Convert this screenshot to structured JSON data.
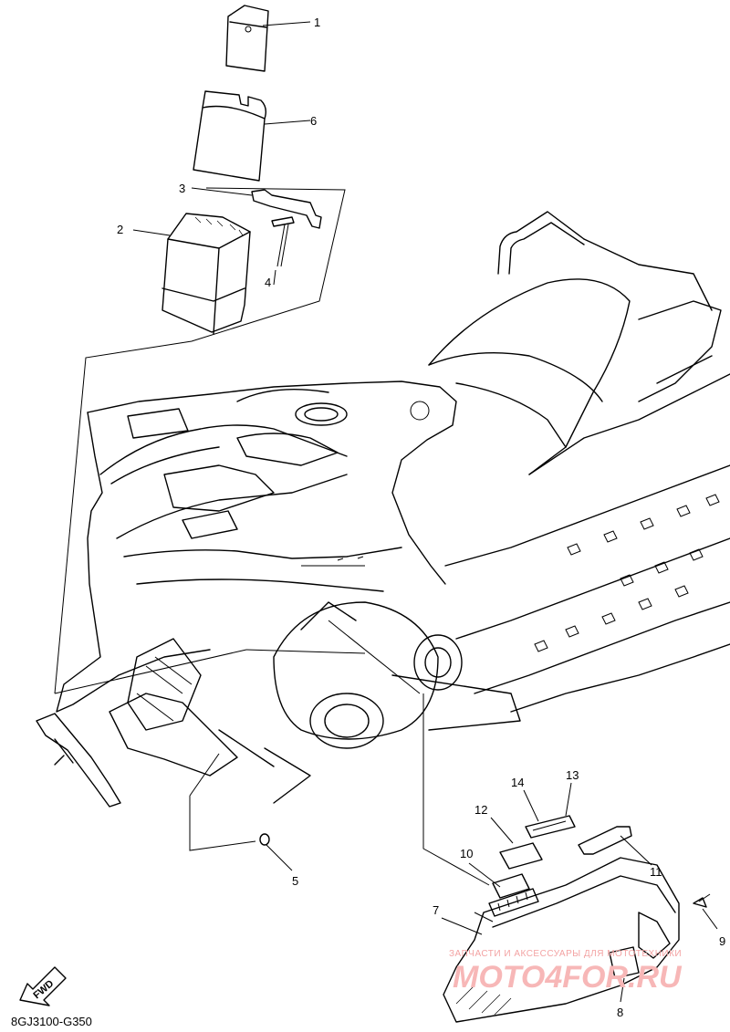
{
  "diagram": {
    "code": "8GJ3100-G350",
    "fwd_label": "FWD",
    "callouts": [
      "1",
      "2",
      "3",
      "4",
      "5",
      "6",
      "7",
      "8",
      "9",
      "10",
      "11",
      "12",
      "13",
      "14"
    ]
  },
  "watermark": {
    "line1": "ЗАПЧАСТИ И АКСЕССУАРЫ ДЛЯ МОТОТЕХНИКИ",
    "line2": "MOTO4FOR.RU"
  }
}
